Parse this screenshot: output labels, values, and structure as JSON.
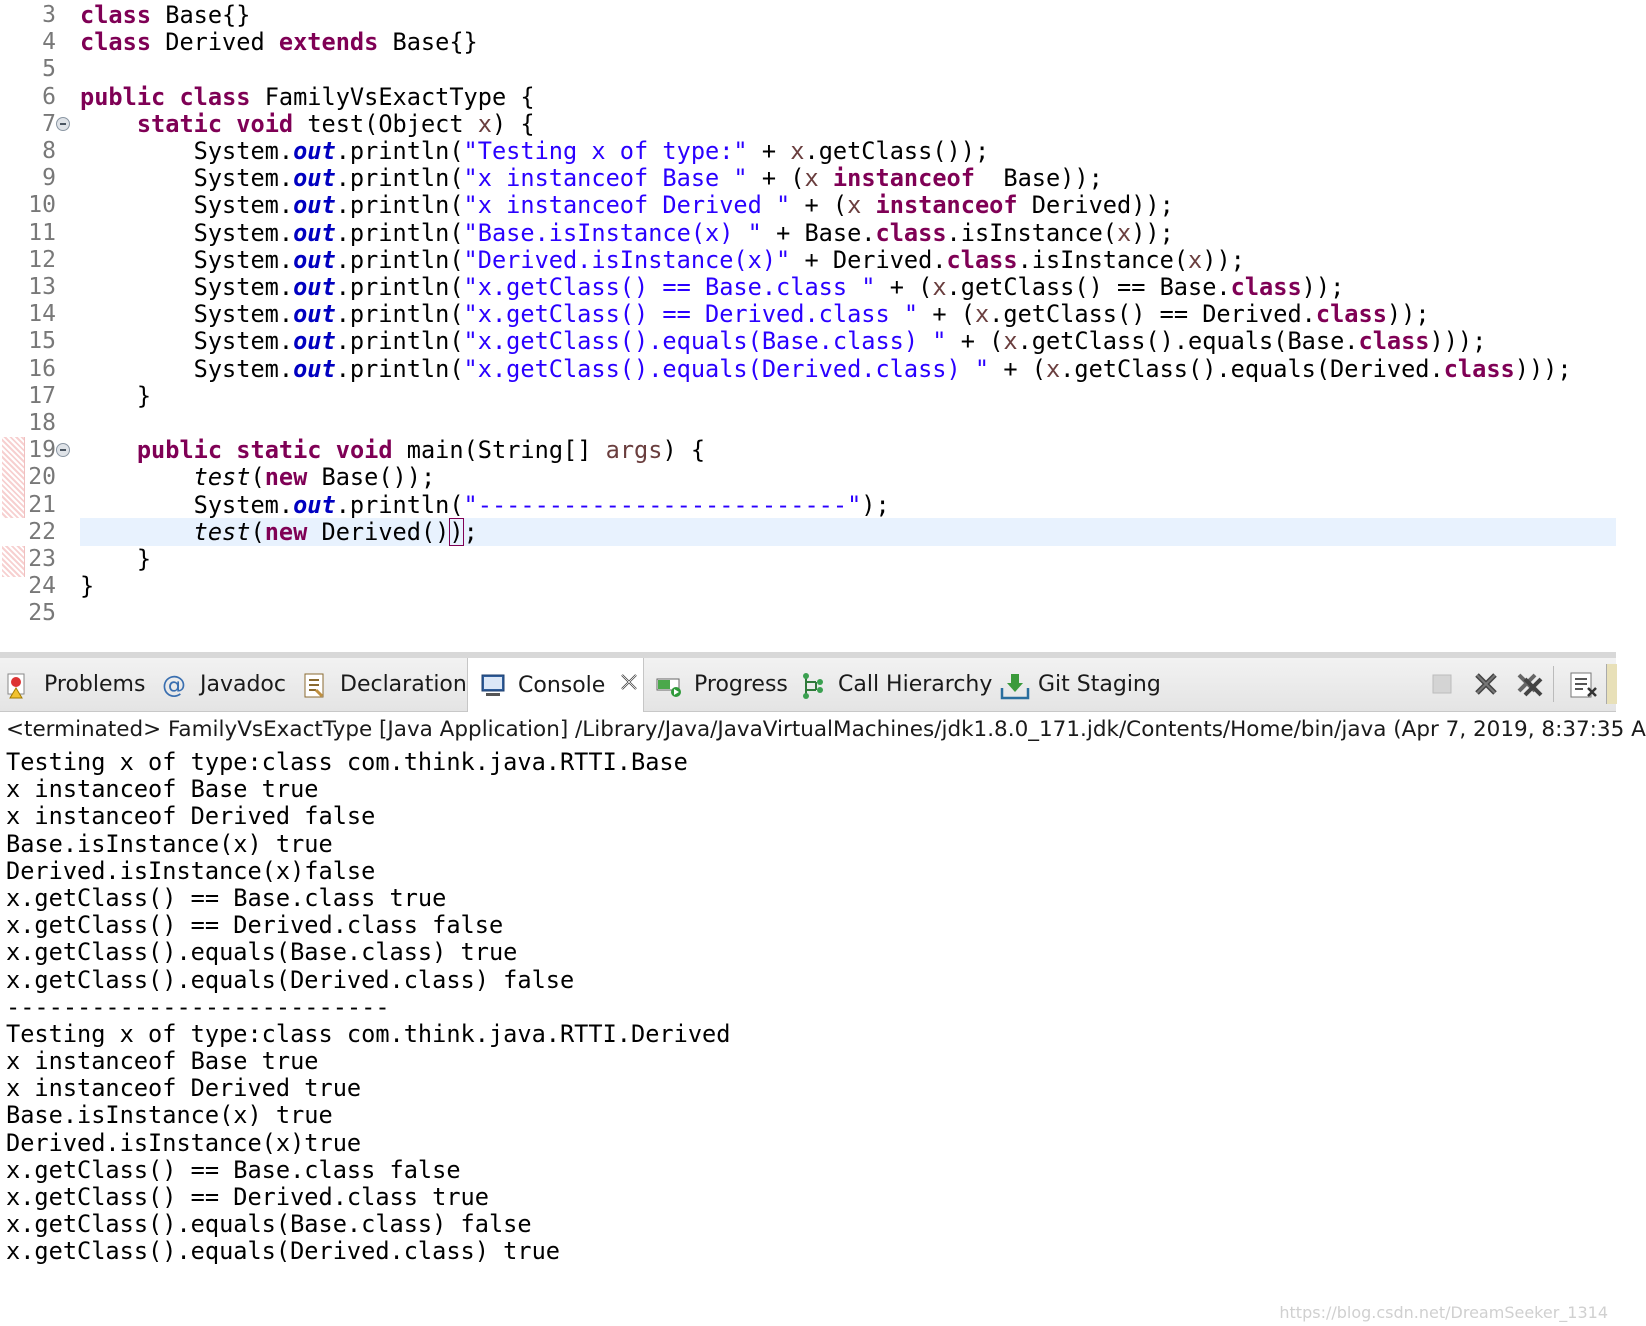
{
  "editor": {
    "lines": [
      {
        "n": "3",
        "segs": [
          {
            "t": "class",
            "c": "kw"
          },
          {
            "t": " Base{}"
          }
        ]
      },
      {
        "n": "4",
        "segs": [
          {
            "t": "class",
            "c": "kw"
          },
          {
            "t": " Derived "
          },
          {
            "t": "extends",
            "c": "kw"
          },
          {
            "t": " Base{}"
          }
        ]
      },
      {
        "n": "5",
        "segs": []
      },
      {
        "n": "6",
        "segs": [
          {
            "t": "public",
            "c": "kw"
          },
          {
            "t": " "
          },
          {
            "t": "class",
            "c": "kw"
          },
          {
            "t": " FamilyVsExactType {"
          }
        ]
      },
      {
        "n": "7",
        "fold": true,
        "segs": [
          {
            "t": "    "
          },
          {
            "t": "static",
            "c": "kw"
          },
          {
            "t": " "
          },
          {
            "t": "void",
            "c": "kw"
          },
          {
            "t": " test(Object "
          },
          {
            "t": "x",
            "c": "par"
          },
          {
            "t": ") {"
          }
        ]
      },
      {
        "n": "8",
        "segs": [
          {
            "t": "        System."
          },
          {
            "t": "out",
            "c": "fld"
          },
          {
            "t": ".println("
          },
          {
            "t": "\"Testing x of type:\"",
            "c": "str"
          },
          {
            "t": " + "
          },
          {
            "t": "x",
            "c": "par"
          },
          {
            "t": ".getClass());"
          }
        ]
      },
      {
        "n": "9",
        "segs": [
          {
            "t": "        System."
          },
          {
            "t": "out",
            "c": "fld"
          },
          {
            "t": ".println("
          },
          {
            "t": "\"x instanceof Base \"",
            "c": "str"
          },
          {
            "t": " + ("
          },
          {
            "t": "x",
            "c": "par"
          },
          {
            "t": " "
          },
          {
            "t": "instanceof",
            "c": "kw"
          },
          {
            "t": "  Base));"
          }
        ]
      },
      {
        "n": "10",
        "segs": [
          {
            "t": "        System."
          },
          {
            "t": "out",
            "c": "fld"
          },
          {
            "t": ".println("
          },
          {
            "t": "\"x instanceof Derived \"",
            "c": "str"
          },
          {
            "t": " + ("
          },
          {
            "t": "x",
            "c": "par"
          },
          {
            "t": " "
          },
          {
            "t": "instanceof",
            "c": "kw"
          },
          {
            "t": " Derived));"
          }
        ]
      },
      {
        "n": "11",
        "segs": [
          {
            "t": "        System."
          },
          {
            "t": "out",
            "c": "fld"
          },
          {
            "t": ".println("
          },
          {
            "t": "\"Base.isInstance(x) \"",
            "c": "str"
          },
          {
            "t": " + Base."
          },
          {
            "t": "class",
            "c": "kw"
          },
          {
            "t": ".isInstance("
          },
          {
            "t": "x",
            "c": "par"
          },
          {
            "t": "));"
          }
        ]
      },
      {
        "n": "12",
        "segs": [
          {
            "t": "        System."
          },
          {
            "t": "out",
            "c": "fld"
          },
          {
            "t": ".println("
          },
          {
            "t": "\"Derived.isInstance(x)\"",
            "c": "str"
          },
          {
            "t": " + Derived."
          },
          {
            "t": "class",
            "c": "kw"
          },
          {
            "t": ".isInstance("
          },
          {
            "t": "x",
            "c": "par"
          },
          {
            "t": "));"
          }
        ]
      },
      {
        "n": "13",
        "segs": [
          {
            "t": "        System."
          },
          {
            "t": "out",
            "c": "fld"
          },
          {
            "t": ".println("
          },
          {
            "t": "\"x.getClass() == Base.class \"",
            "c": "str"
          },
          {
            "t": " + ("
          },
          {
            "t": "x",
            "c": "par"
          },
          {
            "t": ".getClass() == Base."
          },
          {
            "t": "class",
            "c": "kw"
          },
          {
            "t": "));"
          }
        ]
      },
      {
        "n": "14",
        "segs": [
          {
            "t": "        System."
          },
          {
            "t": "out",
            "c": "fld"
          },
          {
            "t": ".println("
          },
          {
            "t": "\"x.getClass() == Derived.class \"",
            "c": "str"
          },
          {
            "t": " + ("
          },
          {
            "t": "x",
            "c": "par"
          },
          {
            "t": ".getClass() == Derived."
          },
          {
            "t": "class",
            "c": "kw"
          },
          {
            "t": "));"
          }
        ]
      },
      {
        "n": "15",
        "segs": [
          {
            "t": "        System."
          },
          {
            "t": "out",
            "c": "fld"
          },
          {
            "t": ".println("
          },
          {
            "t": "\"x.getClass().equals(Base.class) \"",
            "c": "str"
          },
          {
            "t": " + ("
          },
          {
            "t": "x",
            "c": "par"
          },
          {
            "t": ".getClass().equals(Base."
          },
          {
            "t": "class",
            "c": "kw"
          },
          {
            "t": ")));"
          }
        ]
      },
      {
        "n": "16",
        "segs": [
          {
            "t": "        System."
          },
          {
            "t": "out",
            "c": "fld"
          },
          {
            "t": ".println("
          },
          {
            "t": "\"x.getClass().equals(Derived.class) \"",
            "c": "str"
          },
          {
            "t": " + ("
          },
          {
            "t": "x",
            "c": "par"
          },
          {
            "t": ".getClass().equals(Derived."
          },
          {
            "t": "class",
            "c": "kw"
          },
          {
            "t": ")));"
          }
        ]
      },
      {
        "n": "17",
        "segs": [
          {
            "t": "    }"
          }
        ]
      },
      {
        "n": "18",
        "segs": []
      },
      {
        "n": "19",
        "fold": true,
        "segs": [
          {
            "t": "    "
          },
          {
            "t": "public",
            "c": "kw"
          },
          {
            "t": " "
          },
          {
            "t": "static",
            "c": "kw"
          },
          {
            "t": " "
          },
          {
            "t": "void",
            "c": "kw"
          },
          {
            "t": " main(String[] "
          },
          {
            "t": "args",
            "c": "par"
          },
          {
            "t": ") {"
          }
        ]
      },
      {
        "n": "20",
        "segs": [
          {
            "t": "        "
          },
          {
            "t": "test",
            "c": "it"
          },
          {
            "t": "("
          },
          {
            "t": "new",
            "c": "kw"
          },
          {
            "t": " Base());"
          }
        ]
      },
      {
        "n": "21",
        "segs": [
          {
            "t": "        System."
          },
          {
            "t": "out",
            "c": "fld"
          },
          {
            "t": ".println("
          },
          {
            "t": "\"--------------------------\"",
            "c": "str"
          },
          {
            "t": ");"
          }
        ]
      },
      {
        "n": "22",
        "current": true,
        "segs": [
          {
            "t": "        "
          },
          {
            "t": "test",
            "c": "it"
          },
          {
            "t": "("
          },
          {
            "t": "new",
            "c": "kw"
          },
          {
            "t": " Derived()"
          },
          {
            "t": ")",
            "c": "cursorbox"
          },
          {
            "t": ";"
          }
        ]
      },
      {
        "n": "23",
        "segs": [
          {
            "t": "    }"
          }
        ]
      },
      {
        "n": "24",
        "segs": [
          {
            "t": "}"
          }
        ]
      },
      {
        "n": "25",
        "segs": []
      }
    ]
  },
  "tabs": {
    "problems": "Problems",
    "javadoc": "Javadoc",
    "declaration": "Declaration",
    "console": "Console",
    "progress": "Progress",
    "call_hierarchy": "Call Hierarchy",
    "git_staging": "Git Staging"
  },
  "console": {
    "header": "<terminated> FamilyVsExactType [Java Application] /Library/Java/JavaVirtualMachines/jdk1.8.0_171.jdk/Contents/Home/bin/java (Apr 7, 2019, 8:37:35 A",
    "output": [
      "Testing x of type:class com.think.java.RTTI.Base",
      "x instanceof Base true",
      "x instanceof Derived false",
      "Base.isInstance(x) true",
      "Derived.isInstance(x)false",
      "x.getClass() == Base.class true",
      "x.getClass() == Derived.class false",
      "x.getClass().equals(Base.class) true",
      "x.getClass().equals(Derived.class) false",
      "---------------------------",
      "Testing x of type:class com.think.java.RTTI.Derived",
      "x instanceof Base true",
      "x instanceof Derived true",
      "Base.isInstance(x) true",
      "Derived.isInstance(x)true",
      "x.getClass() == Base.class false",
      "x.getClass() == Derived.class true",
      "x.getClass().equals(Base.class) false",
      "x.getClass().equals(Derived.class) true"
    ]
  },
  "watermark": "https://blog.csdn.net/DreamSeeker_1314",
  "colors": {
    "keyword": "#7f0055",
    "string": "#2a00ff",
    "field": "#0000c0",
    "parameter": "#6a3e3e",
    "current_line": "#e8f2fe"
  }
}
